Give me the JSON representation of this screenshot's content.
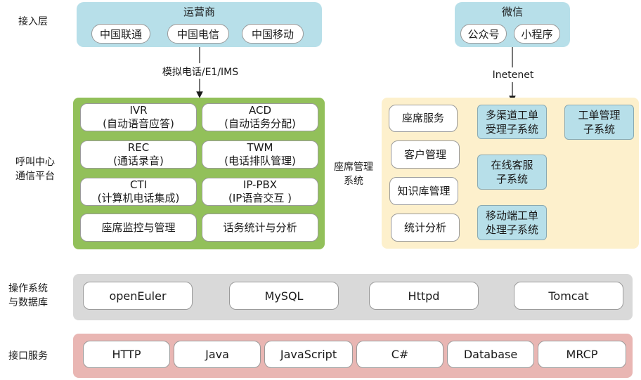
{
  "layers": {
    "access": "接入层",
    "callcenter": [
      "呼叫中心",
      "通信平台"
    ],
    "os_db": [
      "操作系统",
      "与数据库"
    ],
    "interface": "接口服务"
  },
  "carrier": {
    "title": "运营商",
    "items": [
      "中国联通",
      "中国电信",
      "中国移动"
    ]
  },
  "wechat": {
    "title": "微信",
    "items": [
      "公众号",
      "小程序"
    ]
  },
  "arrows": {
    "left_label": "模拟电话/E1/IMS",
    "right_label": "Inetenet"
  },
  "callcenter_modules": [
    [
      "IVR",
      "(自动语音应答)"
    ],
    [
      "ACD",
      "(自动话务分配)"
    ],
    [
      "REC",
      "(通话录音)"
    ],
    [
      "TWM",
      "(电话排队管理)"
    ],
    [
      "CTI",
      "(计算机电话集成)"
    ],
    [
      "IP-PBX",
      "(IP语音交互 )"
    ],
    [
      "座席监控与管理"
    ],
    [
      "话务统计与分析"
    ]
  ],
  "seat_system": {
    "label": [
      "座席管理",
      "系统"
    ],
    "left_items": [
      "座席服务",
      "客户管理",
      "知识库管理",
      "统计分析"
    ],
    "subsystems": [
      [
        "多渠道工单",
        "受理子系统"
      ],
      [
        "在线客服",
        "子系统"
      ],
      [
        "移动端工单",
        "处理子系统"
      ],
      [
        "工单管理",
        "子系统"
      ]
    ]
  },
  "os_db_items": [
    "openEuler",
    "MySQL",
    "Httpd",
    "Tomcat"
  ],
  "interface_items": [
    "HTTP",
    "Java",
    "JavaScript",
    "C#",
    "Database",
    "MRCP"
  ],
  "colors": {
    "blue": "#b7dfe9",
    "green": "#92c05a",
    "yellow": "#fdf0cc",
    "gray": "#d9d9d9",
    "pink": "#e9b6b3"
  }
}
